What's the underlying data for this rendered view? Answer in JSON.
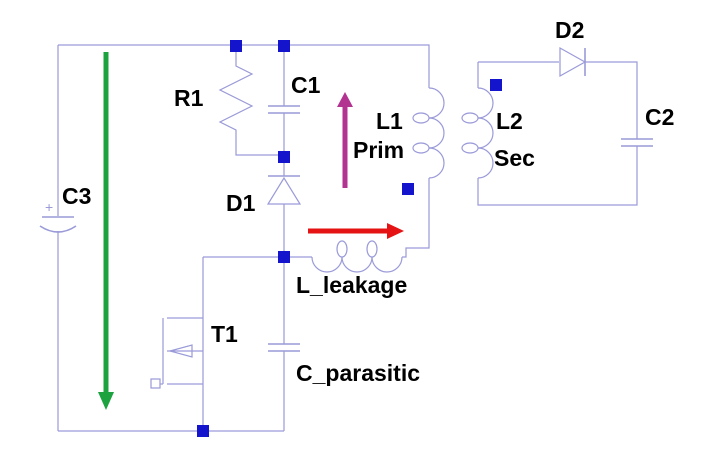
{
  "diagram": {
    "kind": "circuit-schematic-flyback-converter",
    "components": {
      "c3": "C3",
      "r1": "R1",
      "c1": "C1",
      "d1": "D1",
      "l1": "L1",
      "l1_sub": "Prim",
      "l2": "L2",
      "l2_sub": "Sec",
      "d2": "D2",
      "c2": "C2",
      "t1": "T1",
      "l_leakage": "L_leakage",
      "c_parasitic": "C_parasitic"
    },
    "polarity_plus": "+"
  },
  "colors": {
    "background": "#ffffff",
    "wire": "#9a9ad9",
    "node": "#1414cc",
    "label": "#000000",
    "arrow_green": "#1ca23e",
    "arrow_red": "#e51313",
    "arrow_purple": "#b23390"
  }
}
